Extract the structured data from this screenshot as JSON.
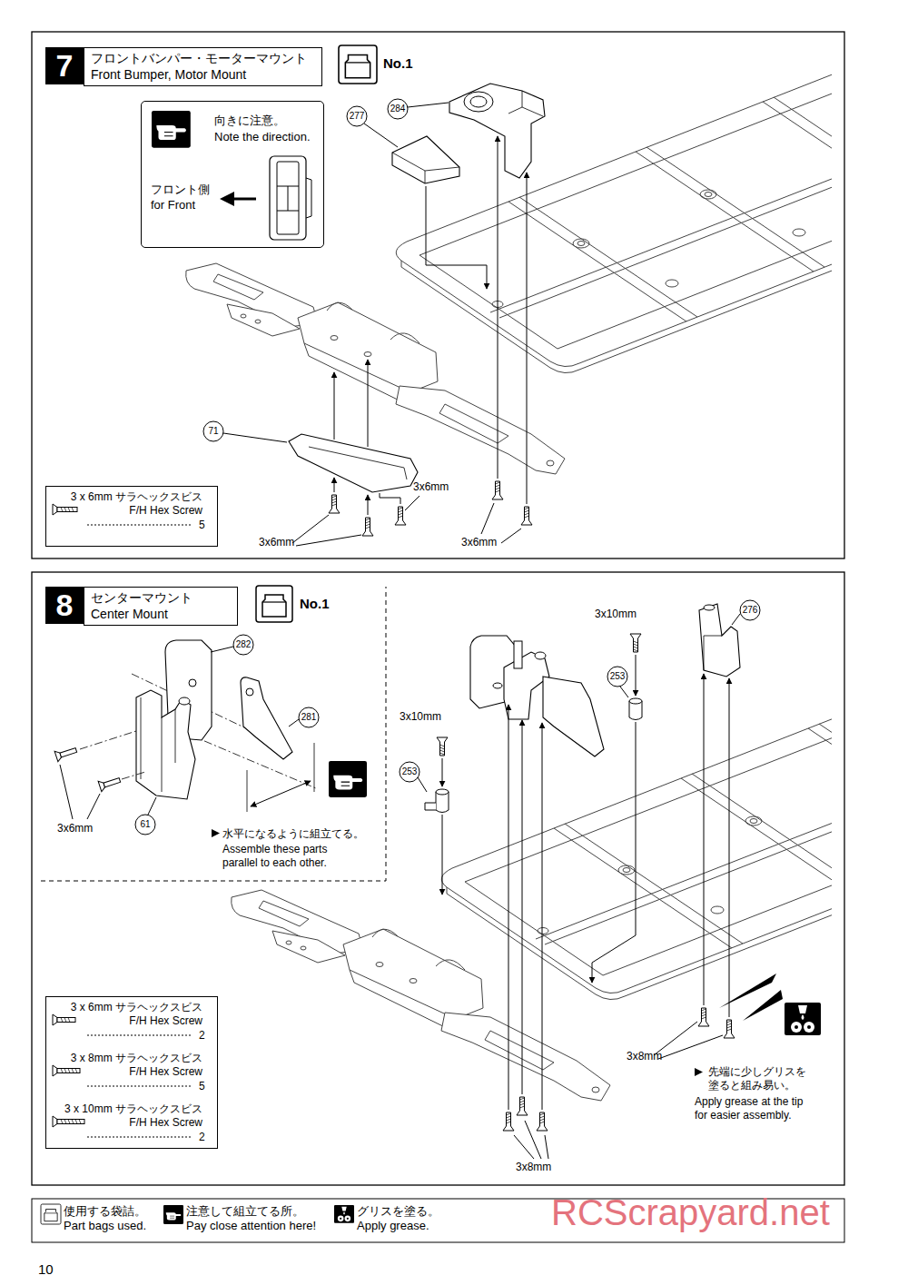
{
  "diagram": {
    "nodes": [
      {
        "text": [
          "7"
        ]
      },
      {
        "text": [
          "フロントバンパー・モーターマウント",
          "Front Bumper, Motor Mount"
        ]
      },
      {
        "text": [
          "向きに注意。",
          "Note the direction.",
          "フロント側 for Front"
        ]
      },
      {
        "text": [
          "3 x 6mm サラヘックスビス F/H Hex Screw",
          "5"
        ]
      },
      {
        "text": [
          "8"
        ]
      },
      {
        "text": [
          "センターマウント",
          "Center Mount"
        ]
      },
      {
        "text": [
          "3 x 6mm サラヘックスビス F/H Hex Screw",
          "2",
          "3 x 8mm サラヘックスビス F/H Hex Screw",
          "5",
          "3 x 10mm サラヘックスビス F/H Hex Screw",
          "2"
        ]
      }
    ],
    "labels": [
      "No.1",
      "277",
      "284",
      "71",
      "3x6mm",
      "3x6mm",
      "3x6mm",
      "No.1",
      "282",
      "281",
      "61",
      "3x6mm",
      "水平になるように組立てる。",
      "Assemble these parts parallel to each other.",
      "3x10mm",
      "253",
      "3x10mm",
      "253",
      "276",
      "3x8mm",
      "先端に少しグリスを 塗ると組み易い。",
      "Apply grease at the tip for easier assembly.",
      "3x8mm",
      "10",
      "RCScrapyard.net"
    ],
    "legend": [
      {
        "text": "使用する袋詰。 Part bags used."
      },
      {
        "text": "注意して組立てる所。 Pay close attention here!"
      },
      {
        "text": "グリスを塗る。 Apply grease."
      }
    ]
  }
}
